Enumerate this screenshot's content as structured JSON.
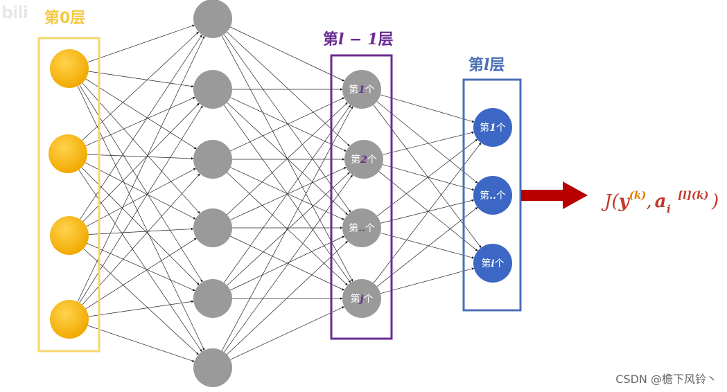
{
  "logo_text": "bili",
  "layers": {
    "layer0": {
      "title": "第0层"
    },
    "layer_l_minus_1": {
      "title_prefix": "第",
      "title_var": "l − 1",
      "title_suffix": "层",
      "nodes": [
        {
          "prefix": "第",
          "idx": "1",
          "suffix": "个"
        },
        {
          "prefix": "第",
          "idx": "2",
          "suffix": "个"
        },
        {
          "prefix": "第",
          "idx": "..",
          "suffix": "个"
        },
        {
          "prefix": "第",
          "idx": "j",
          "suffix": "个"
        }
      ]
    },
    "layer_l": {
      "title_prefix": "第",
      "title_var": "l",
      "title_suffix": "层",
      "nodes": [
        {
          "prefix": "第",
          "idx": "1",
          "suffix": "个"
        },
        {
          "prefix": "第",
          "idx": "..",
          "suffix": "个"
        },
        {
          "prefix": "第",
          "idx": "i",
          "suffix": "个"
        }
      ]
    }
  },
  "formula": {
    "J": "J",
    "open": "(",
    "y": "y",
    "y_sup": "(k)",
    "comma": ",",
    "a": "a",
    "a_sub": "i",
    "a_sup": "[l](k)",
    "close": ")"
  },
  "watermark": "CSDN @檐下风铃丶",
  "colors": {
    "yellow_node": "#f8b400",
    "yellow_box": "#f5d66b",
    "gray_node": "#9a9a9a",
    "purple": "#6a2c91",
    "blue_node": "#3c67c4",
    "blue_box": "#4a6fb5",
    "arrow": "#b80000",
    "formula_red": "#c0392b",
    "formula_orange": "#e07b00"
  }
}
